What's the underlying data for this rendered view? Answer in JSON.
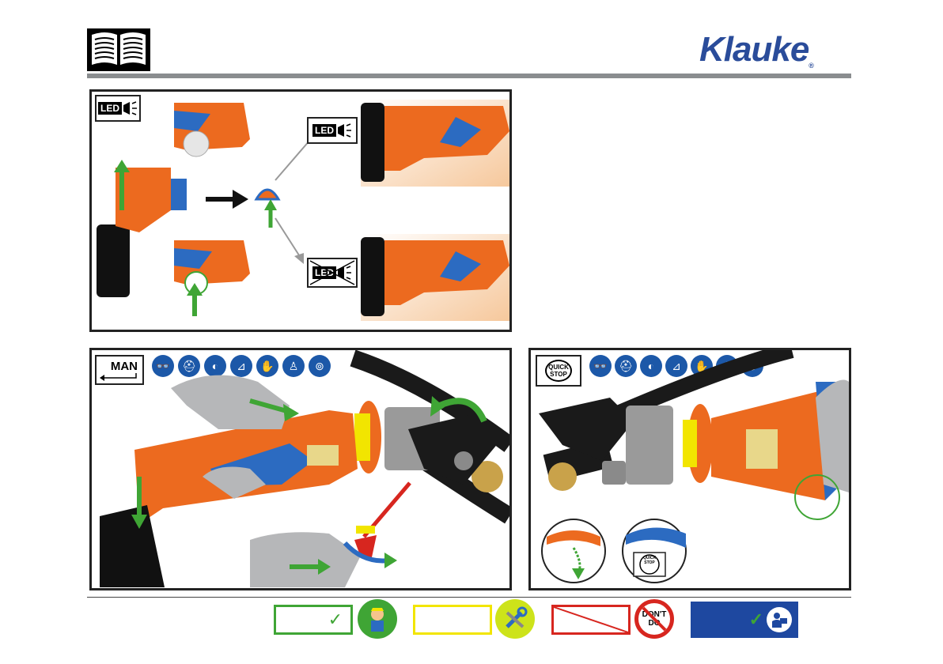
{
  "header": {
    "manual_icon": "open-book-icon",
    "logo_text": "Klauke",
    "logo_mark": "®"
  },
  "panel_led": {
    "badge": "LED",
    "on_label": "LED",
    "off_label": "LED"
  },
  "panel_man": {
    "badge": "MAN"
  },
  "panel_quickstop": {
    "badge_line1": "QUICK",
    "badge_line2": "STOP",
    "inset_line1": "QUICK",
    "inset_line2": "STOP"
  },
  "ppe_icons": [
    "goggles-icon",
    "helmet-icon",
    "ear-protection-icon",
    "boots-icon",
    "gloves-icon",
    "overalls-icon",
    "protective-gear-icon"
  ],
  "legend": {
    "check": "✓",
    "dont_do_line1": "DON'T",
    "dont_do_line2": "DO"
  },
  "colors": {
    "brand_blue": "#2a4c9a",
    "tool_orange": "#ec6a1f",
    "tool_blue": "#2c6bc1",
    "arrow_green": "#3fa535",
    "legend_green": "#3fa535",
    "legend_yellow": "#f2e500",
    "legend_red": "#d7261f",
    "legend_blue": "#1e48a0"
  }
}
